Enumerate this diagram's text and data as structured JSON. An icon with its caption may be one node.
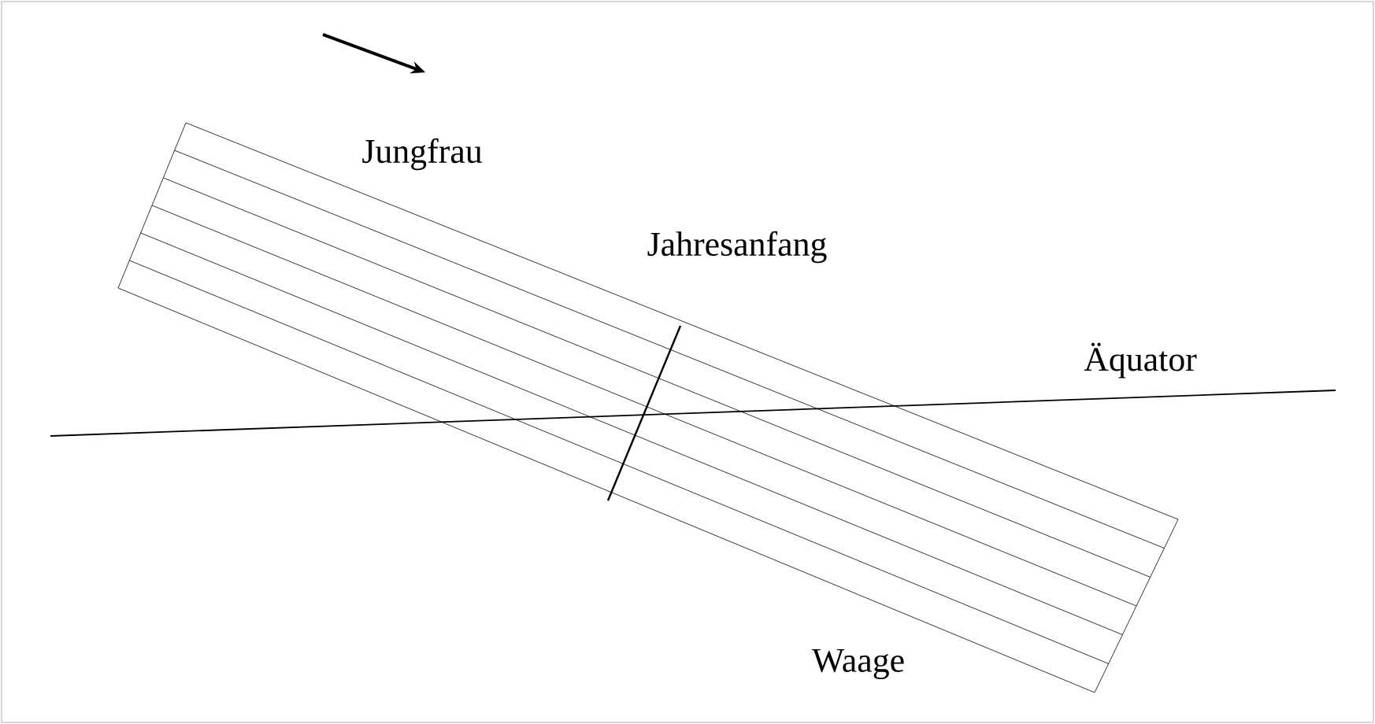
{
  "diagram": {
    "labels": [
      "Jungfrau",
      "Jahresanfang",
      "Äquator",
      "Waage"
    ]
  }
}
